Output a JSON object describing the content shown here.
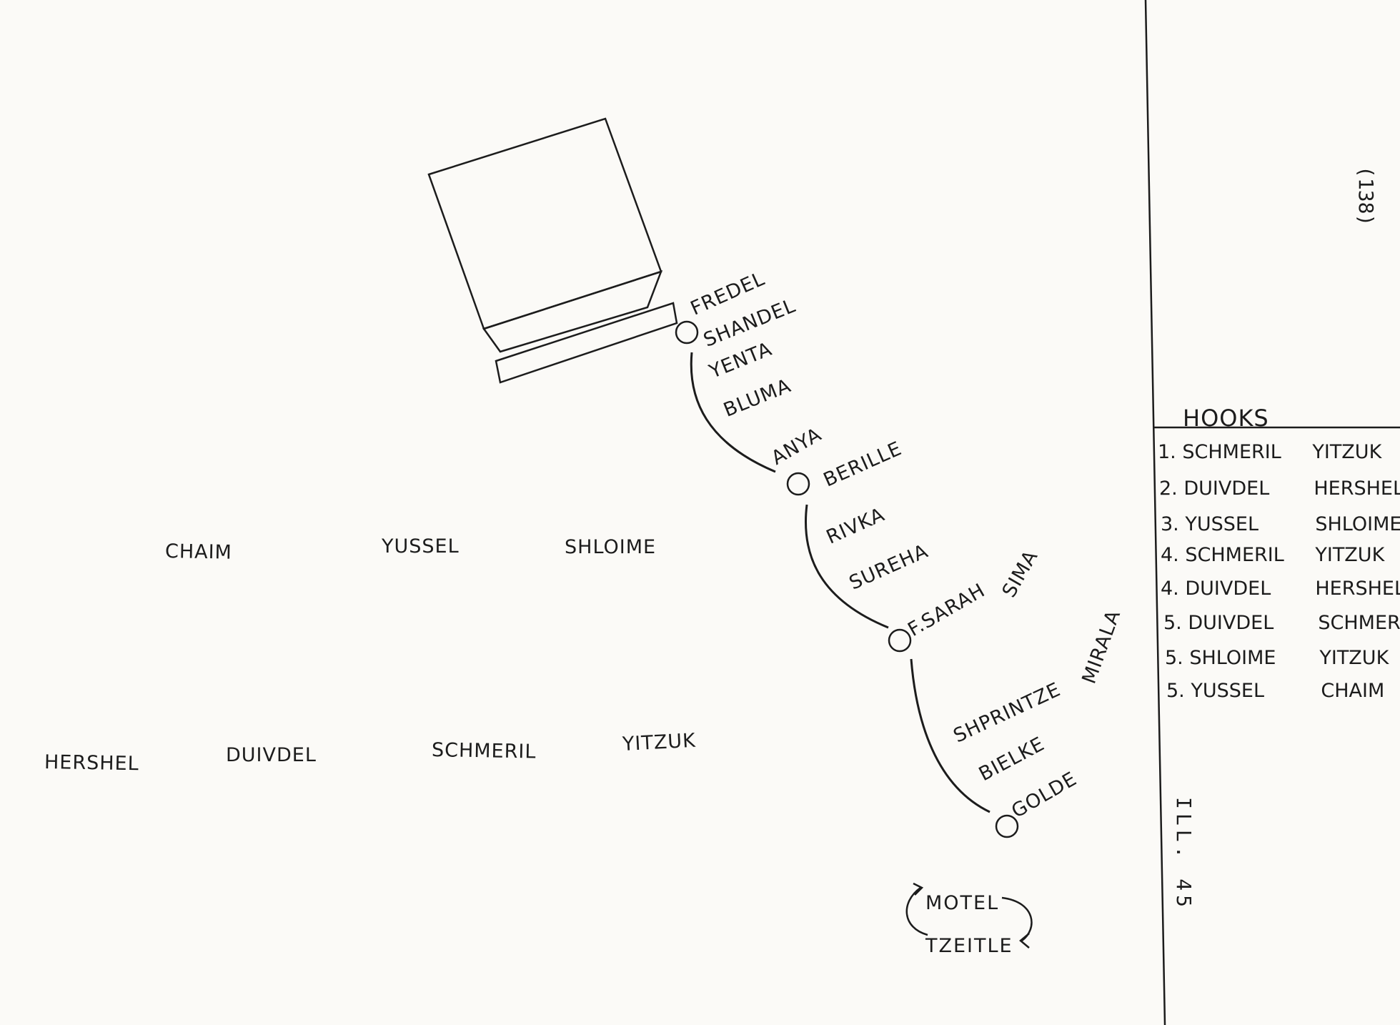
{
  "page_number": "(138)",
  "illustration": "ILL. 45",
  "hooks": {
    "title": "HOOKS",
    "rows": [
      {
        "num": "1.",
        "a": "SCHMERIL",
        "b": "YITZUK"
      },
      {
        "num": "2.",
        "a": "DUIVDEL",
        "b": "HERSHEL"
      },
      {
        "num": "3.",
        "a": "YUSSEL",
        "b": "SHLOIME"
      },
      {
        "num": "4.",
        "a": "SCHMERIL",
        "b": "YITZUK"
      },
      {
        "num": "4.",
        "a": "DUIVDEL",
        "b": "HERSHEL"
      },
      {
        "num": "5.",
        "a": "DUIVDEL",
        "b": "SCHMERIL"
      },
      {
        "num": "5.",
        "a": "SHLOIME",
        "b": "YITZUK"
      },
      {
        "num": "5.",
        "a": "YUSSEL",
        "b": "CHAIM"
      }
    ]
  },
  "dancers_row1": [
    "CHAIM",
    "YUSSEL",
    "SHLOIME"
  ],
  "dancers_row2": [
    "HERSHEL",
    "DUIVDEL",
    "SCHMERIL",
    "YITZUK"
  ],
  "chain": {
    "group1": [
      "FREDEL",
      "SHANDEL",
      "YENTA",
      "BLUMA",
      "ANYA"
    ],
    "group2": [
      "BERILLE",
      "RIVKA",
      "SUREHA",
      "F.SARAH",
      "SIMA"
    ],
    "group3": [
      "MIRALA",
      "SHPRINTZE",
      "BIELKE",
      "GOLDE"
    ]
  },
  "couple": [
    "MOTEL",
    "TZEITLE"
  ]
}
